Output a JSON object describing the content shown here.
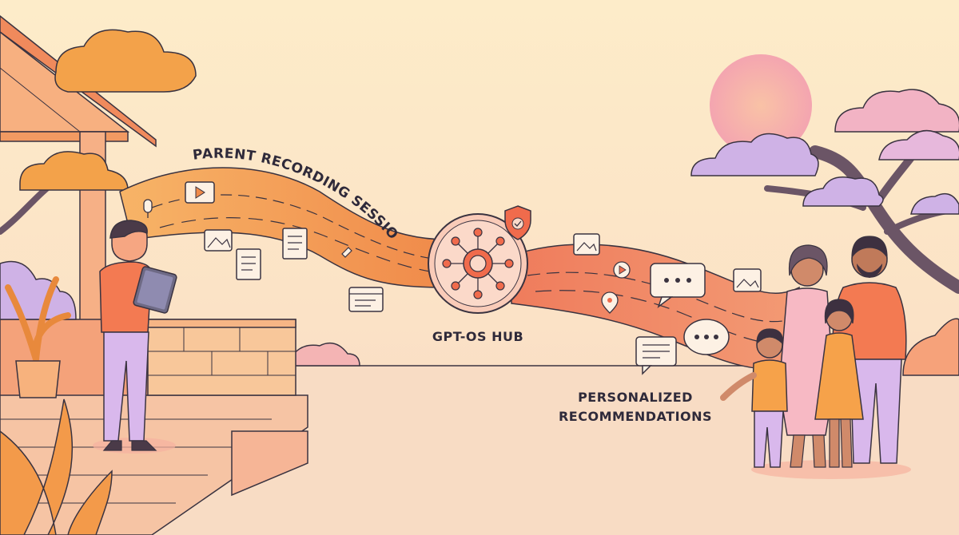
{
  "labels": {
    "source": "PARENT RECORDING SESSION",
    "hub": "GPT-OS HUB",
    "output_line1": "PERSONALIZED",
    "output_line2": "RECOMMENDATIONS"
  },
  "colors": {
    "background_top": "#fde9c9",
    "background_bottom": "#f9dcc4",
    "stream_input": "#f29a4e",
    "stream_output": "#ef7a5e",
    "hub_fill": "#f9cbb8",
    "hub_accent": "#f06b4c",
    "outline": "#3a3340",
    "lavender": "#cfb2e6",
    "sun": "#f6b2a8"
  },
  "icons": {
    "input_stream": [
      "microphone-icon",
      "video-play-icon",
      "image-icon",
      "document-icon",
      "document-icon",
      "text-note-icon",
      "browser-window-icon"
    ],
    "hub": [
      "network-node-icon",
      "shield-check-icon"
    ],
    "output_stream": [
      "image-icon",
      "play-icon",
      "location-pin-icon",
      "chat-bubble-icon",
      "image-icon",
      "chat-bubble-icon",
      "message-icon"
    ]
  }
}
